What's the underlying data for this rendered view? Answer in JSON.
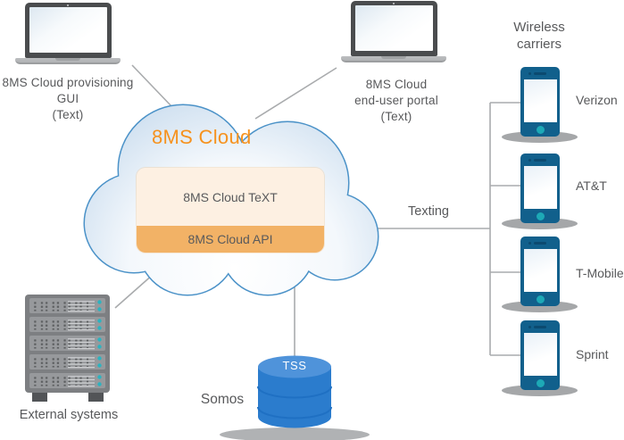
{
  "cloud": {
    "title": "8MS Cloud",
    "text_service": "8MS Cloud TeXT",
    "api_service": "8MS Cloud API"
  },
  "laptops": {
    "provisioning": {
      "lines": [
        "8MS Cloud provisioning",
        "GUI",
        "(Text)"
      ]
    },
    "portal": {
      "lines": [
        "8MS Cloud",
        "end-user portal",
        "(Text)"
      ]
    }
  },
  "carriers": {
    "title_lines": [
      "Wireless",
      "carriers"
    ],
    "items": [
      "Verizon",
      "AT&T",
      "T-Mobile",
      "Sprint"
    ]
  },
  "edges": {
    "texting": "Texting"
  },
  "external_systems": {
    "label": "External systems"
  },
  "database": {
    "name": "TSS",
    "provider": "Somos"
  },
  "colors": {
    "accent_orange": "#f6921e",
    "service_panel": "#fdf0e2",
    "api_bar": "#f2b266",
    "cloud_stroke": "#4b92c8",
    "phone_body": "#11608c",
    "phone_home_button": "#1da9b6",
    "database_blue": "#2b7ccd",
    "database_top": "#4f93da",
    "rack_indicator_teal": "#2bb3c0",
    "text_gray": "#58595b",
    "line_gray": "#a9abad"
  }
}
